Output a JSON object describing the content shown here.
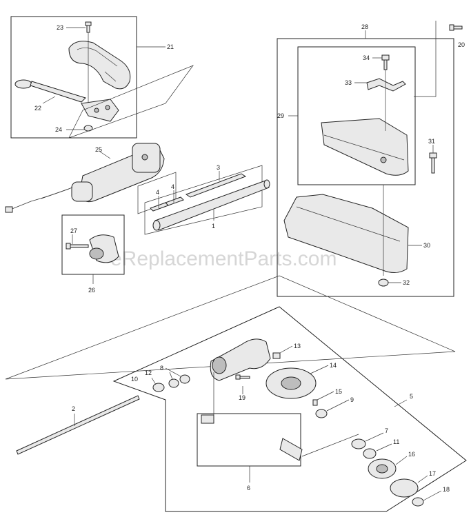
{
  "watermark": "eReplacementParts.com",
  "callouts": {
    "p1": "1",
    "p2": "2",
    "p3": "3",
    "p4a": "4",
    "p4b": "4",
    "p5": "5",
    "p6": "6",
    "p7": "7",
    "p8": "8",
    "p9": "9",
    "p10": "10",
    "p11": "11",
    "p12": "12",
    "p13": "13",
    "p14": "14",
    "p15": "15",
    "p16": "16",
    "p17": "17",
    "p18": "18",
    "p19": "19",
    "p20": "20",
    "p21": "21",
    "p22": "22",
    "p23": "23",
    "p24": "24",
    "p25": "25",
    "p26": "26",
    "p27": "27",
    "p28": "28",
    "p29": "29",
    "p30": "30",
    "p31": "31",
    "p32": "32",
    "p33": "33",
    "p34": "34"
  }
}
